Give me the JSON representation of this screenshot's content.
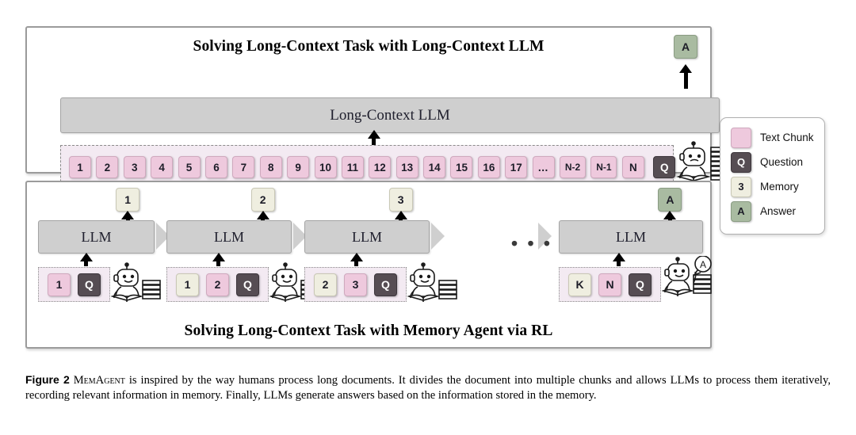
{
  "figure": {
    "number_label": "Figure 2",
    "caption_lead": "MemAgent",
    "caption_text": " is inspired by the way humans process long documents. It divides the document into multiple chunks and allows LLMs to process them iteratively, recording relevant information in memory. Finally, LLMs generate answers based on the information stored in the memory."
  },
  "colors": {
    "text_chunk": "#eec9dd",
    "question": "#564d53",
    "memory": "#efeee0",
    "answer": "#a9bba1",
    "llm_bar": "#cfcfcf",
    "strip_bg": "#f3eaf2"
  },
  "top_panel": {
    "title": "Solving Long-Context Task with Long-Context LLM",
    "llm_label": "Long-Context LLM",
    "answer_box": "A",
    "chunks": [
      "1",
      "2",
      "3",
      "4",
      "5",
      "6",
      "7",
      "8",
      "9",
      "10",
      "11",
      "12",
      "13",
      "14",
      "15",
      "16",
      "17",
      "…",
      "N-2",
      "N-1",
      "N"
    ],
    "question_box": "Q",
    "robot": "worried-robot-reading-large-stack"
  },
  "bottom_panel": {
    "title": "Solving Long-Context Task with Memory Agent via RL",
    "ellipsis": "• • •",
    "steps": [
      {
        "llm_label": "LLM",
        "output": {
          "text": "1",
          "kind": "memory"
        },
        "inputs": [
          {
            "text": "1",
            "kind": "chunk"
          },
          {
            "text": "Q",
            "kind": "question"
          }
        ],
        "robot": "happy-robot-reading"
      },
      {
        "llm_label": "LLM",
        "output": {
          "text": "2",
          "kind": "memory"
        },
        "inputs": [
          {
            "text": "1",
            "kind": "memory"
          },
          {
            "text": "2",
            "kind": "chunk"
          },
          {
            "text": "Q",
            "kind": "question"
          }
        ],
        "robot": "happy-robot-reading"
      },
      {
        "llm_label": "LLM",
        "output": {
          "text": "3",
          "kind": "memory"
        },
        "inputs": [
          {
            "text": "2",
            "kind": "memory"
          },
          {
            "text": "3",
            "kind": "chunk"
          },
          {
            "text": "Q",
            "kind": "question"
          }
        ],
        "robot": "happy-robot-reading"
      },
      {
        "llm_label": "LLM",
        "output": {
          "text": "A",
          "kind": "answer"
        },
        "inputs": [
          {
            "text": "K",
            "kind": "memory"
          },
          {
            "text": "N",
            "kind": "chunk"
          },
          {
            "text": "Q",
            "kind": "question"
          }
        ],
        "robot": "happy-robot-answer-bubble",
        "bubble": "A"
      }
    ]
  },
  "legend": {
    "items": [
      {
        "symbol": "",
        "label": "Text Chunk",
        "kind": "chunk"
      },
      {
        "symbol": "Q",
        "label": "Question",
        "kind": "question"
      },
      {
        "symbol": "3",
        "label": "Memory",
        "kind": "memory"
      },
      {
        "symbol": "A",
        "label": "Answer",
        "kind": "answer"
      }
    ]
  }
}
